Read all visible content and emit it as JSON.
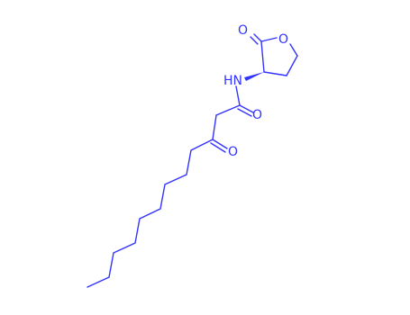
{
  "molecule": {
    "atoms": {
      "carbonyl_oxygen_ring": "O",
      "ring_oxygen": "O",
      "amide_nitrogen": "HN",
      "amide_oxygen": "O",
      "keto_oxygen": "O"
    },
    "colors": {
      "bond": "#3333ff",
      "label": "#3333ff",
      "background": "#ffffff"
    }
  }
}
